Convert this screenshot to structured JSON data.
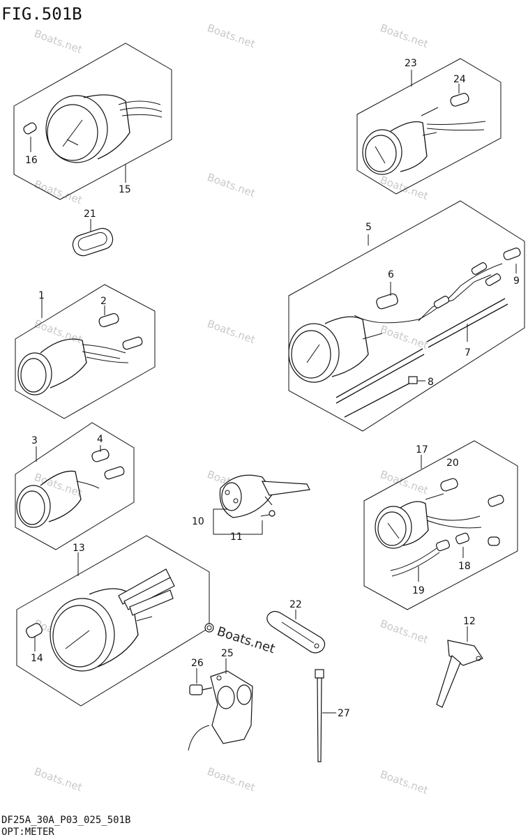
{
  "figure": {
    "title": "FIG.501B",
    "code": "DF25A_30A_P03_025_501B",
    "caption": "OPT:METER"
  },
  "watermark": {
    "text": "Boats.net",
    "main_text": "Boats.net"
  },
  "callouts": {
    "c1": "1",
    "c2": "2",
    "c3": "3",
    "c4": "4",
    "c5": "5",
    "c6": "6",
    "c7": "7",
    "c8": "8",
    "c9": "9",
    "c10": "10",
    "c11": "11",
    "c12": "12",
    "c13": "13",
    "c14": "14",
    "c15": "15",
    "c16": "16",
    "c17": "17",
    "c18": "18",
    "c19": "19",
    "c20": "20",
    "c21": "21",
    "c22": "22",
    "c23": "23",
    "c24": "24",
    "c25": "25",
    "c26": "26",
    "c27": "27"
  },
  "colors": {
    "ink": "#111111",
    "watermark": "#c9c9c9",
    "background": "#ffffff"
  }
}
